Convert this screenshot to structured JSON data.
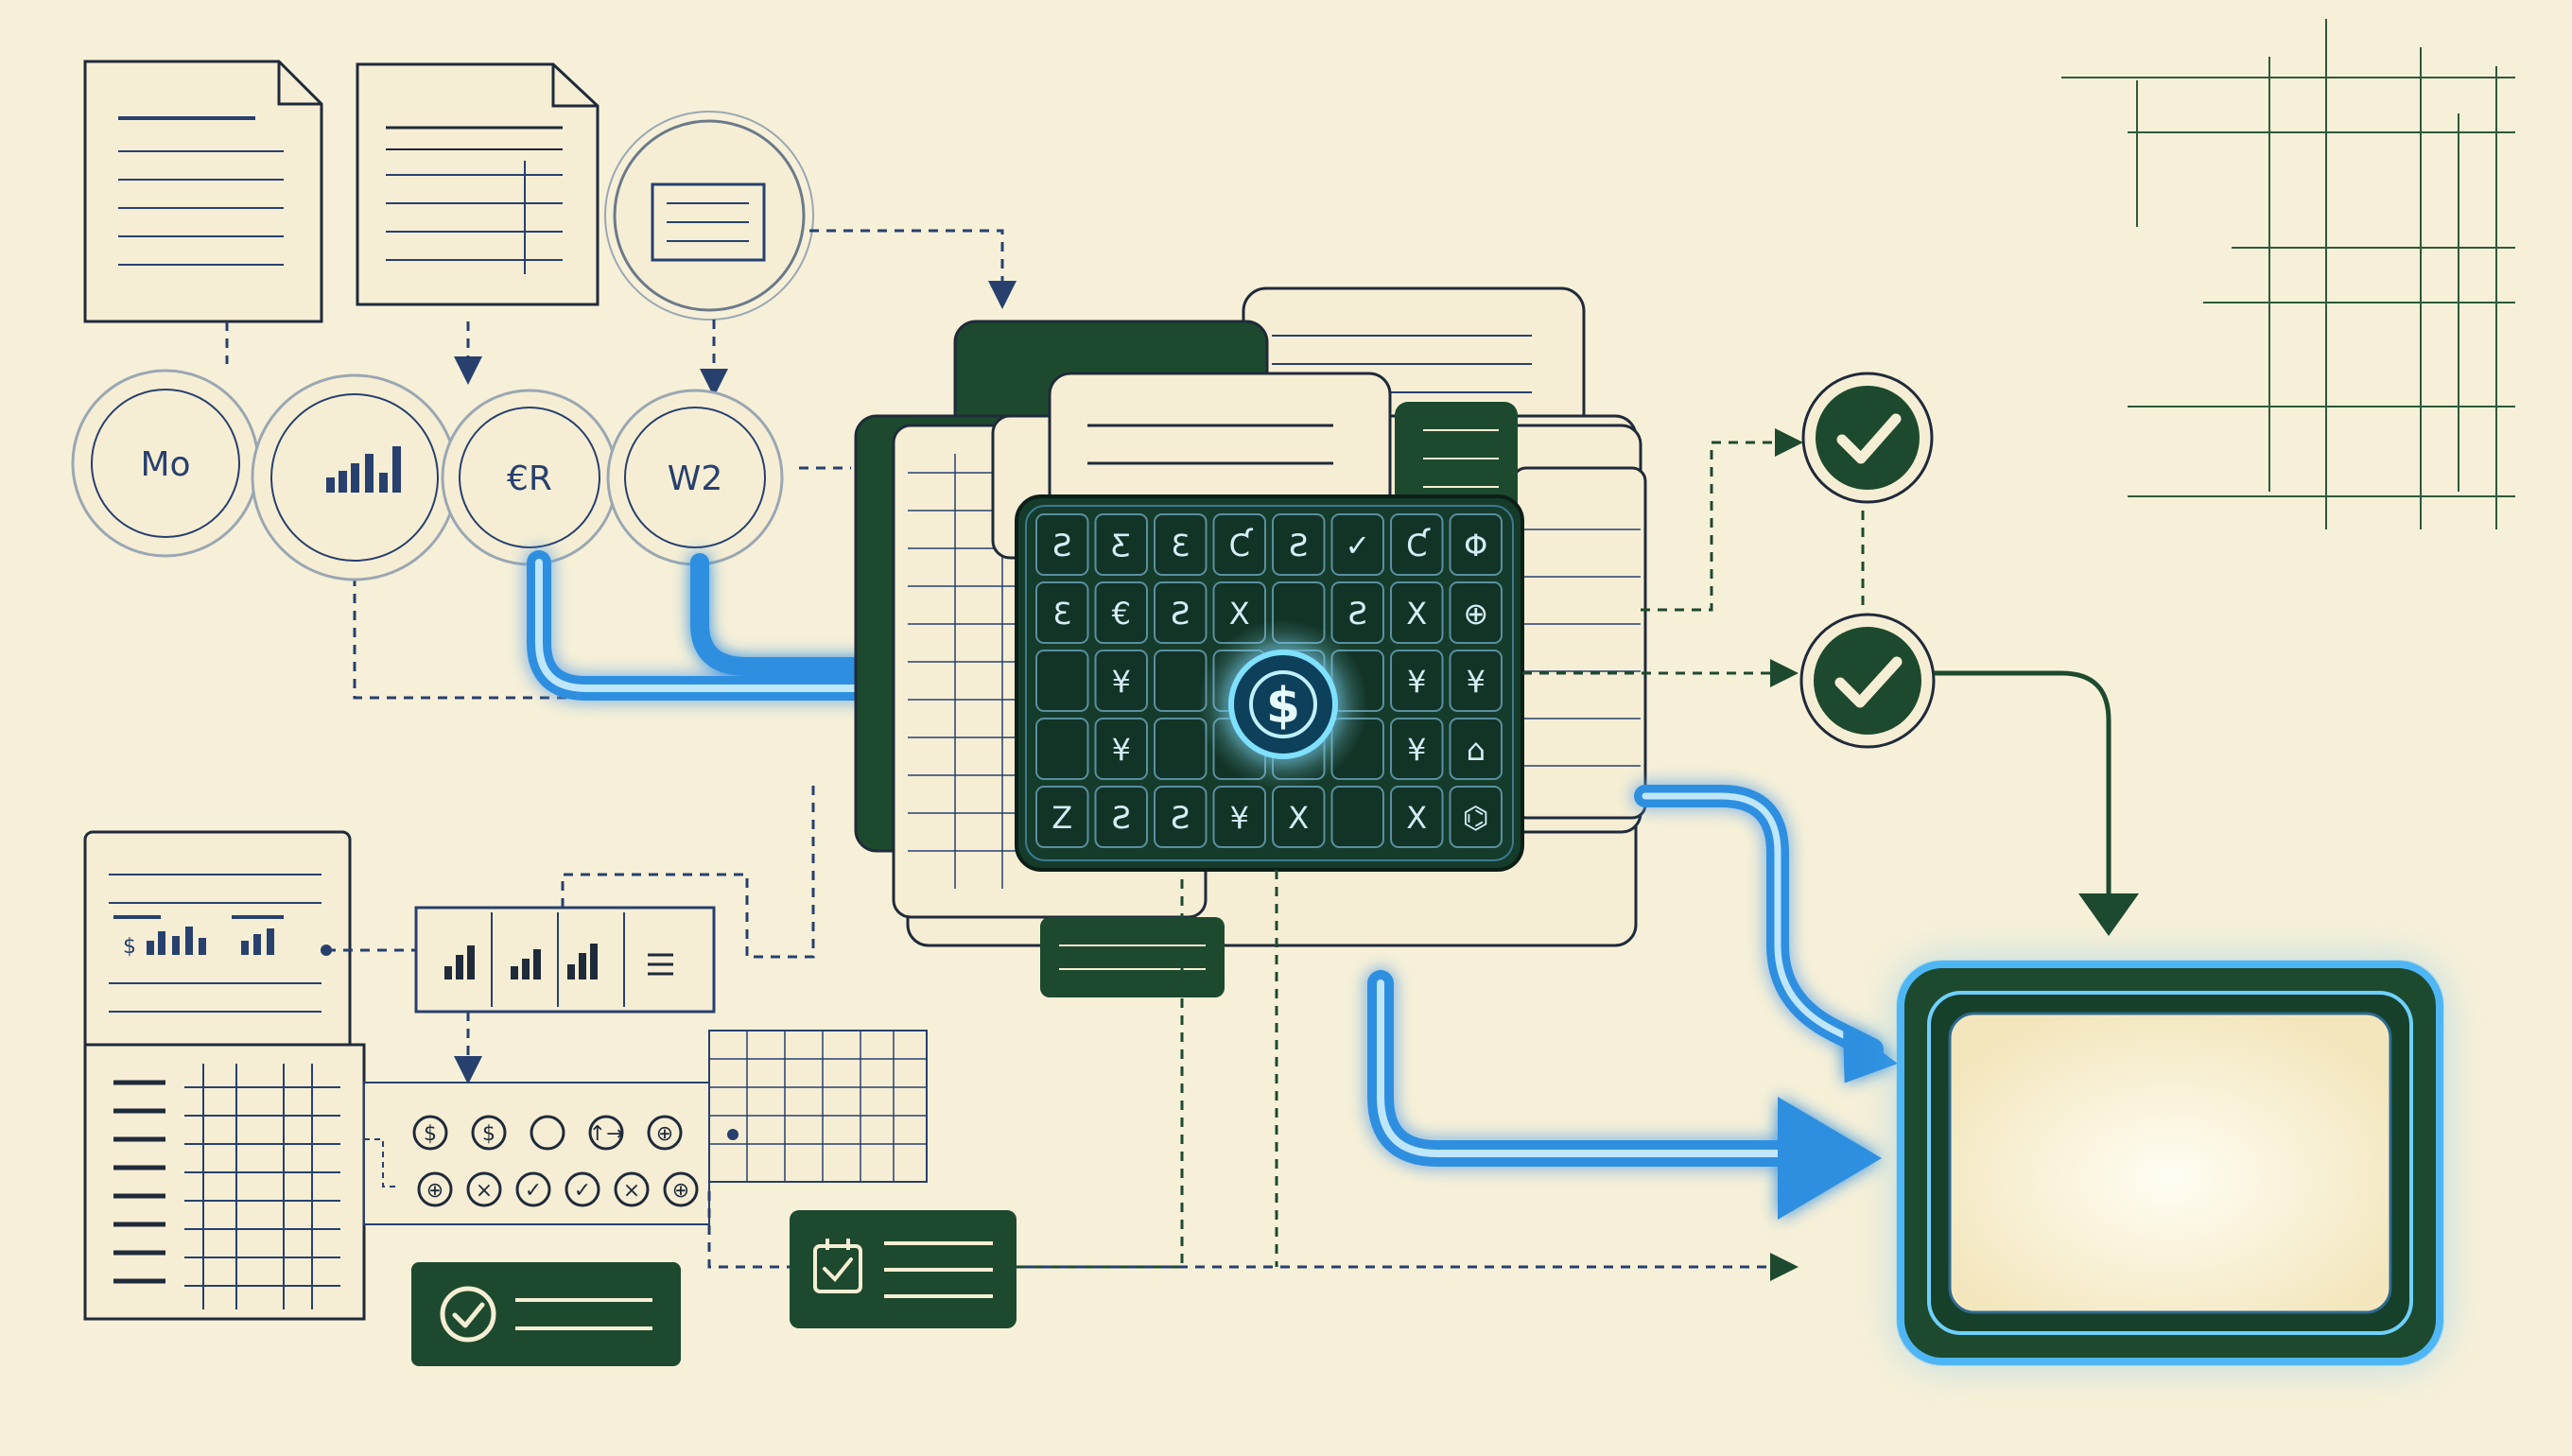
{
  "colors": {
    "background": "#f7f0d8",
    "paper": "#f6eed4",
    "dark_green": "#1d4a2e",
    "panel_green": "#17402a",
    "navy_line": "#27406e",
    "glow_blue": "#2f8fe0",
    "light_blue": "#4fb6f5",
    "check_green": "#1d4a2e"
  },
  "icons": {
    "document": "document-icon",
    "bar_chart": "bar-chart-icon",
    "dollar": "dollar-icon",
    "check": "checkmark-icon",
    "bank": "bank-icon",
    "gear": "gear-icon",
    "arrow": "arrow-icon"
  },
  "input_circles": [
    {
      "label": "Mo"
    },
    {
      "label": ""
    },
    {
      "label": "€R"
    },
    {
      "label": "W2"
    }
  ],
  "grid_symbols": [
    "Ƨ",
    "Ƹ",
    "Ɛ",
    "Ƈ",
    "Ƨ",
    "✓",
    "Ƈ",
    "Φ",
    "Ɛ",
    "€",
    "Ƨ",
    "X",
    "",
    "Ƨ",
    "X",
    "⊕",
    "",
    "¥",
    "",
    "",
    "",
    "",
    "¥",
    "¥",
    "",
    "¥",
    "",
    "",
    "",
    "",
    "¥",
    "⌂",
    "Z",
    "Ƨ",
    "Ƨ",
    "¥",
    "X",
    "",
    "X",
    "⌬"
  ],
  "center_badge": {
    "symbol": "$"
  },
  "row_icons_top": [
    "$",
    "$",
    "",
    "↑→",
    "⊕"
  ],
  "row_icons_bottom": [
    "⊕",
    "×",
    "✓",
    "✓",
    "×",
    "⊕"
  ]
}
